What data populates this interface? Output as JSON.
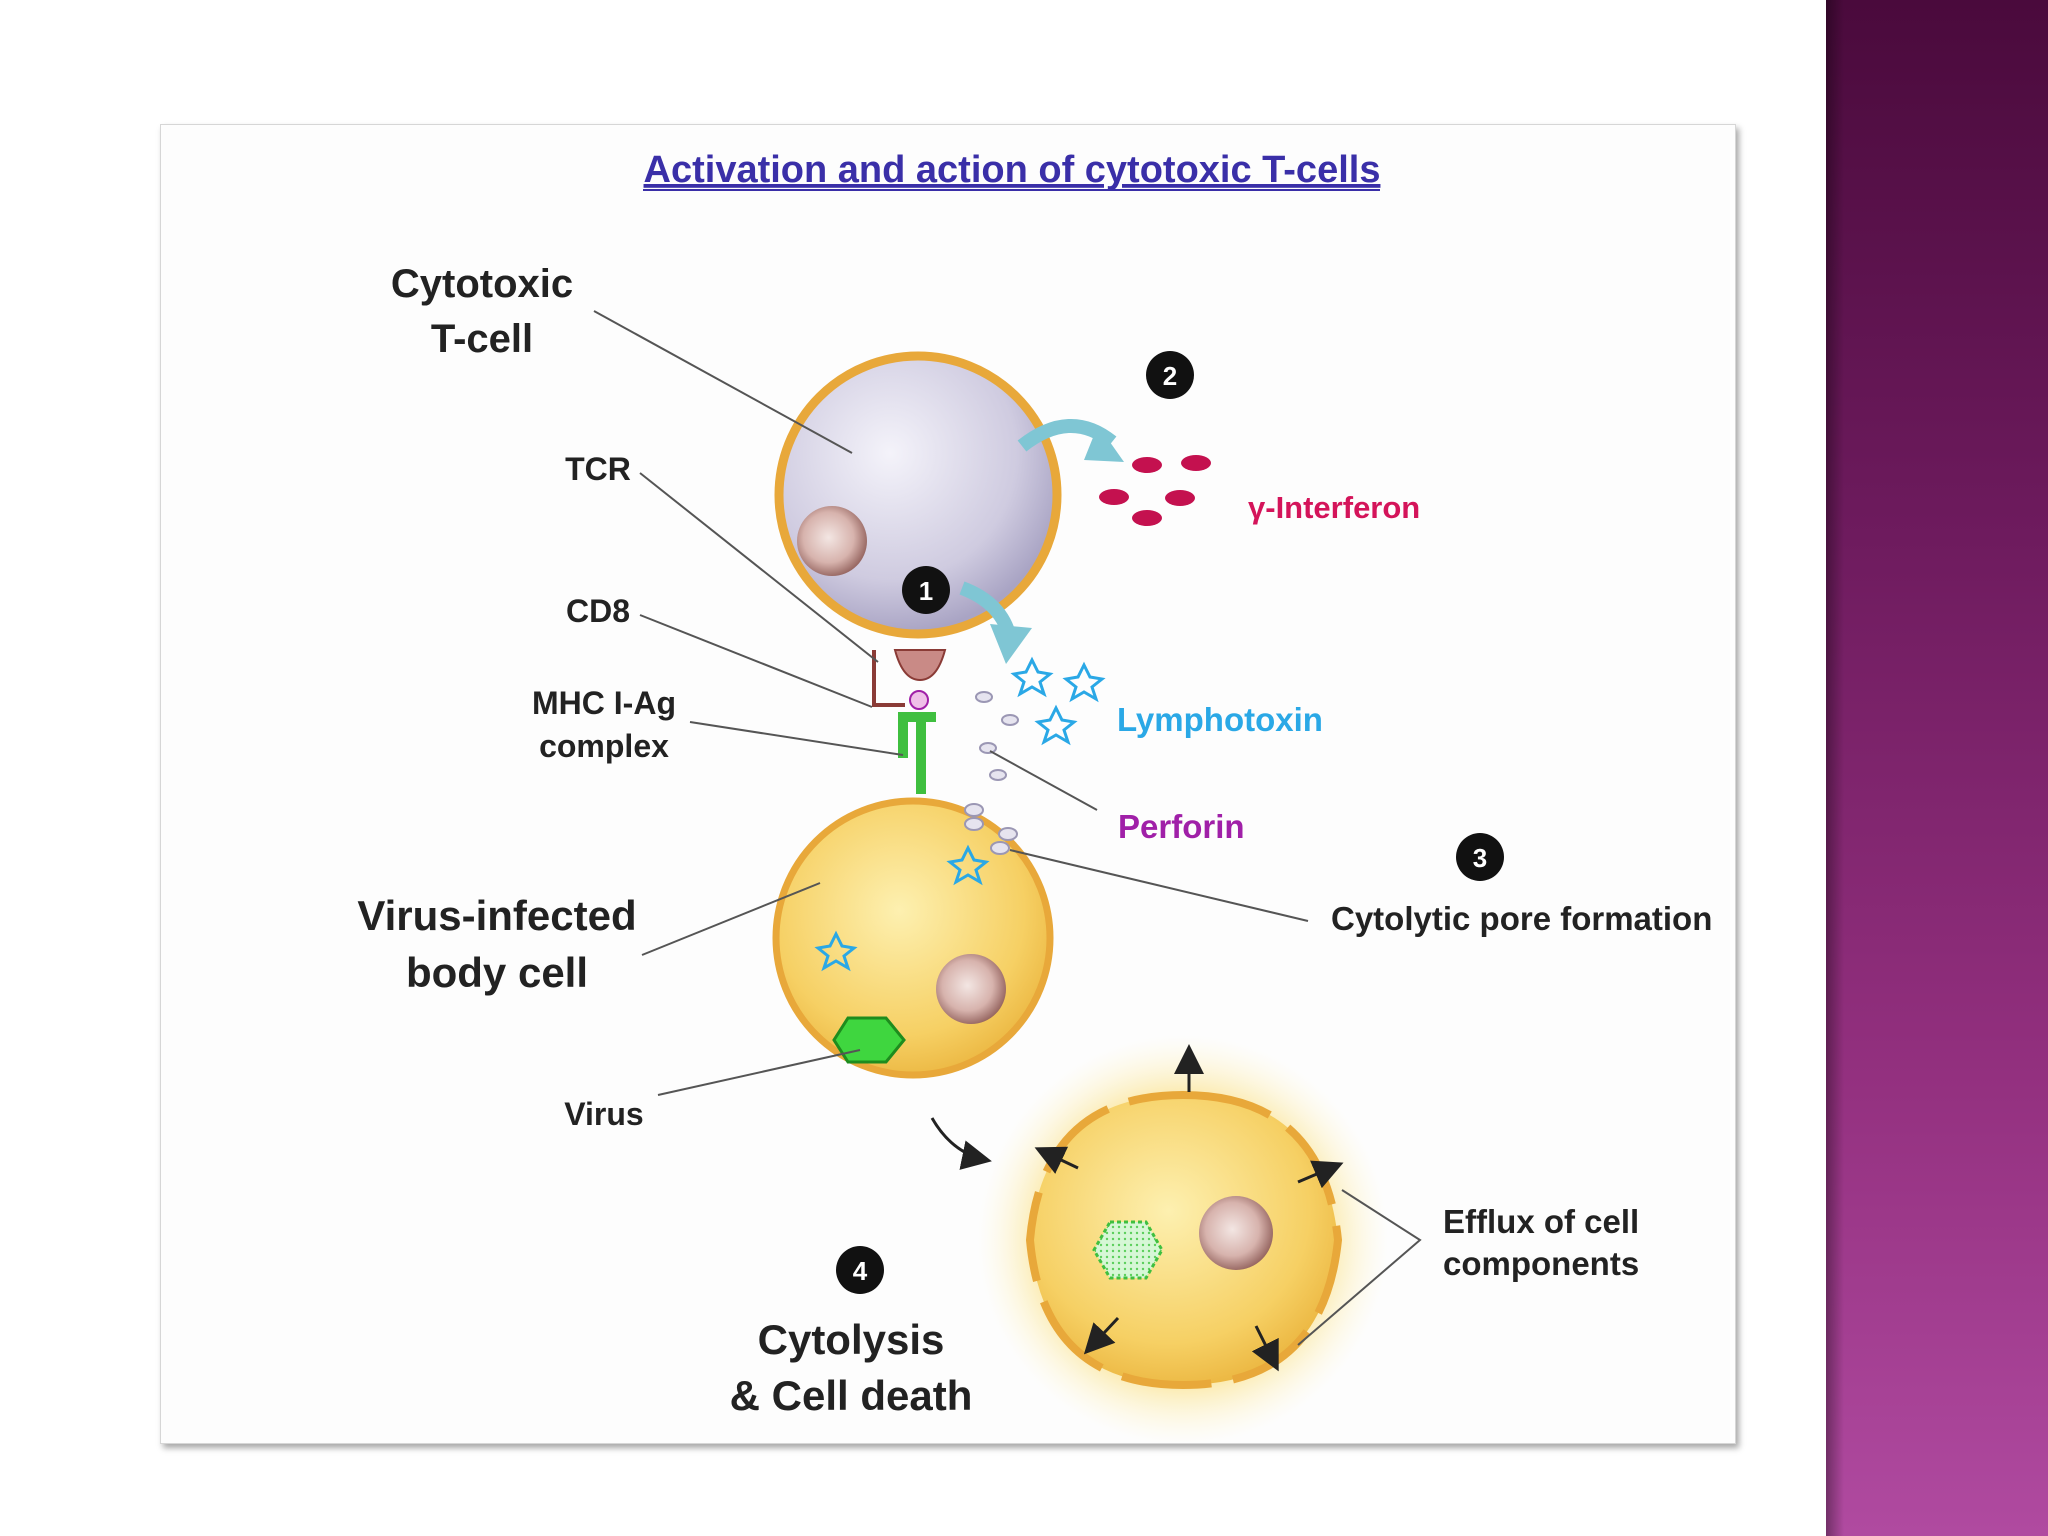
{
  "diagram": {
    "title": "Activation and action of cytotoxic T-cells",
    "labels": {
      "cytotoxic_tcell_line1": "Cytotoxic",
      "cytotoxic_tcell_line2": "T-cell",
      "tcr": "TCR",
      "cd8": "CD8",
      "mhc_line1": "MHC I-Ag",
      "mhc_line2": "complex",
      "virus_infected_line1": "Virus-infected",
      "virus_infected_line2": "body cell",
      "virus": "Virus",
      "gamma_interferon": "γ-Interferon",
      "lymphotoxin": "Lymphotoxin",
      "perforin": "Perforin",
      "cytolytic_pore_formation": "Cytolytic pore formation",
      "efflux_line1": "Efflux of cell",
      "efflux_line2": "components",
      "cytolysis_line1": "Cytolysis",
      "cytolysis_line2": "& Cell death"
    },
    "steps": [
      "1",
      "2",
      "3",
      "4"
    ],
    "colors": {
      "title": "#3a2fa8",
      "interferon": "#d4145a",
      "lymphotoxin": "#2aa8e6",
      "perforin": "#a020a8",
      "cell_membrane": "#e8a83a",
      "tcell_fill": "#c9c6dc",
      "infected_fill": "#f5c954",
      "virus": "#3fd63f",
      "side_panel": "#93307f"
    }
  }
}
